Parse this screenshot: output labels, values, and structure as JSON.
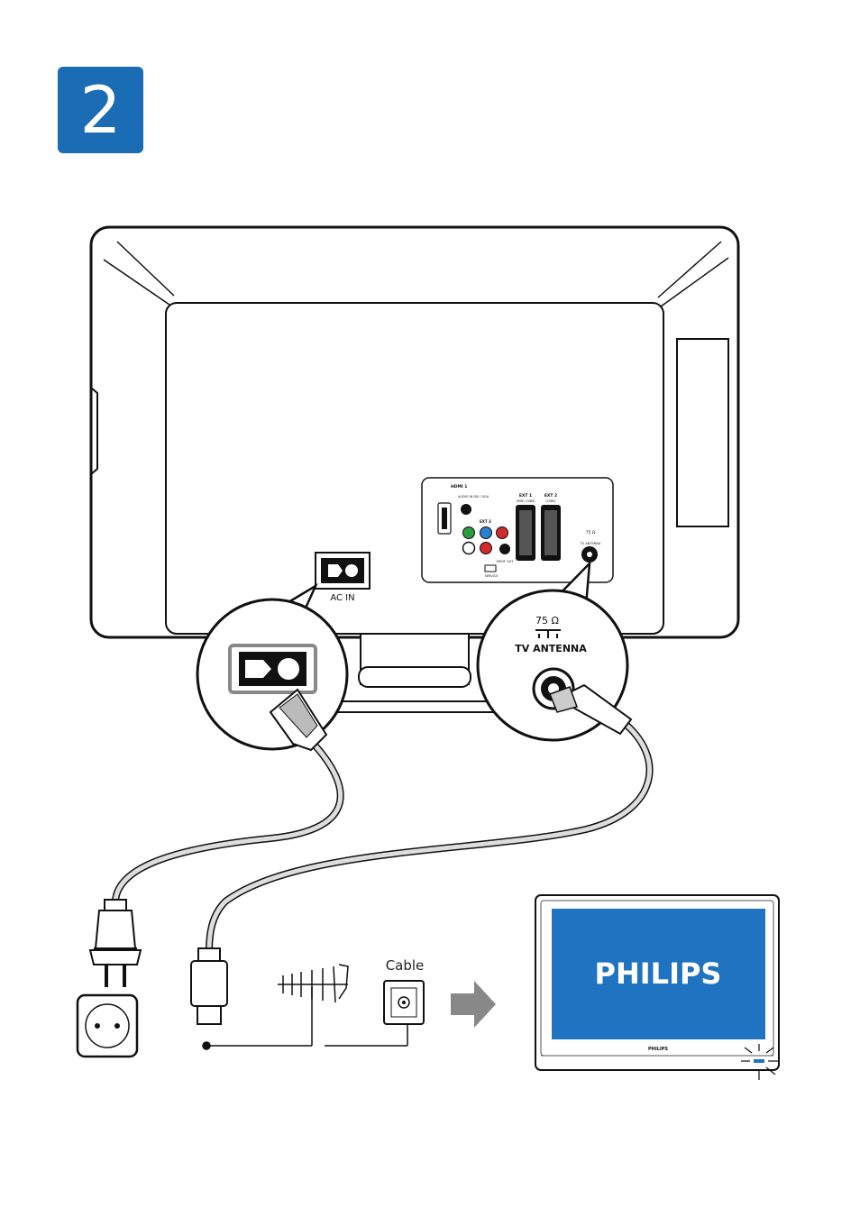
{
  "step": {
    "number": "2",
    "color": "#1a6cb5"
  },
  "tv_back": {
    "ac_in_label": "AC IN",
    "panel_labels": {
      "hdmi1": "HDMI 1",
      "hdmi_sub": "AUDIO IN DVI / VGA",
      "ext3": "EXT 3",
      "ext1": "EXT 1",
      "ext1_sub": "(RGB / CVBS)",
      "ext2": "EXT 2",
      "ext2_sub": "(CVBS)",
      "spdif": "SPDIF OUT",
      "service": "SERVICE",
      "ohm_small": "75 Ω",
      "antenna_small": "TV ANTENNA"
    }
  },
  "callout_antenna": {
    "ohm": "75 Ω",
    "label": "TV ANTENNA"
  },
  "cable_label": "Cable",
  "front_tv": {
    "brand": "PHILIPS",
    "brand_small": "PHILIPS",
    "screen_color": "#1f73c0"
  },
  "icons": [
    "power-socket-icon",
    "ac-in-icon",
    "antenna-icon",
    "cable-outlet-icon",
    "arrow-right-icon",
    "led-blink-icon"
  ]
}
